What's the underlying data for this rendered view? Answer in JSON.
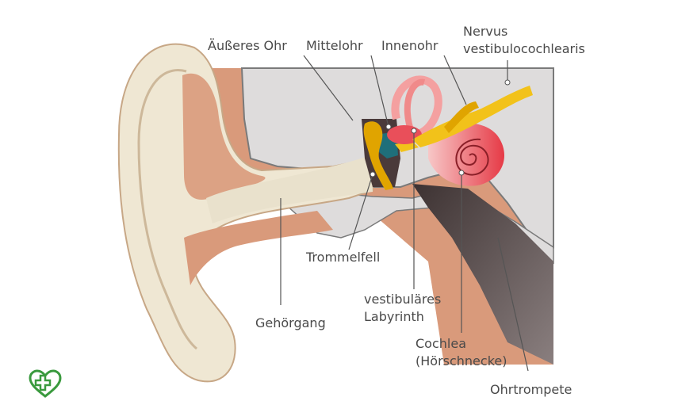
{
  "labels": {
    "outer_ear": "Äußeres Ohr",
    "middle_ear": "Mittelohr",
    "inner_ear": "Innenohr",
    "nerve_line1": "Nervus",
    "nerve_line2": "vestibulocochlearis",
    "ear_drum": "Trommelfell",
    "ear_canal": "Gehörgang",
    "vestibular_line1": "vestibuläres",
    "vestibular_line2": "Labyrinth",
    "cochlea_line1": "Cochlea",
    "cochlea_line2": "(Hörschnecke)",
    "eustachian_tube": "Ohrtrompete"
  },
  "colors": {
    "skin": "#d9987a",
    "pinna": "#efe7d3",
    "bone": "#dedcdc",
    "canal": "#e9e1cc",
    "tube": "#5a4d4d",
    "labyrinth": "#f08a8a",
    "cochlea": "#e94f5a",
    "nerve": "#f2c21a",
    "ossicles": "#e0a400",
    "logo": "#3a9a3e",
    "leader_line": "#555555"
  },
  "icons": [
    "health-cross-heart-logo"
  ]
}
